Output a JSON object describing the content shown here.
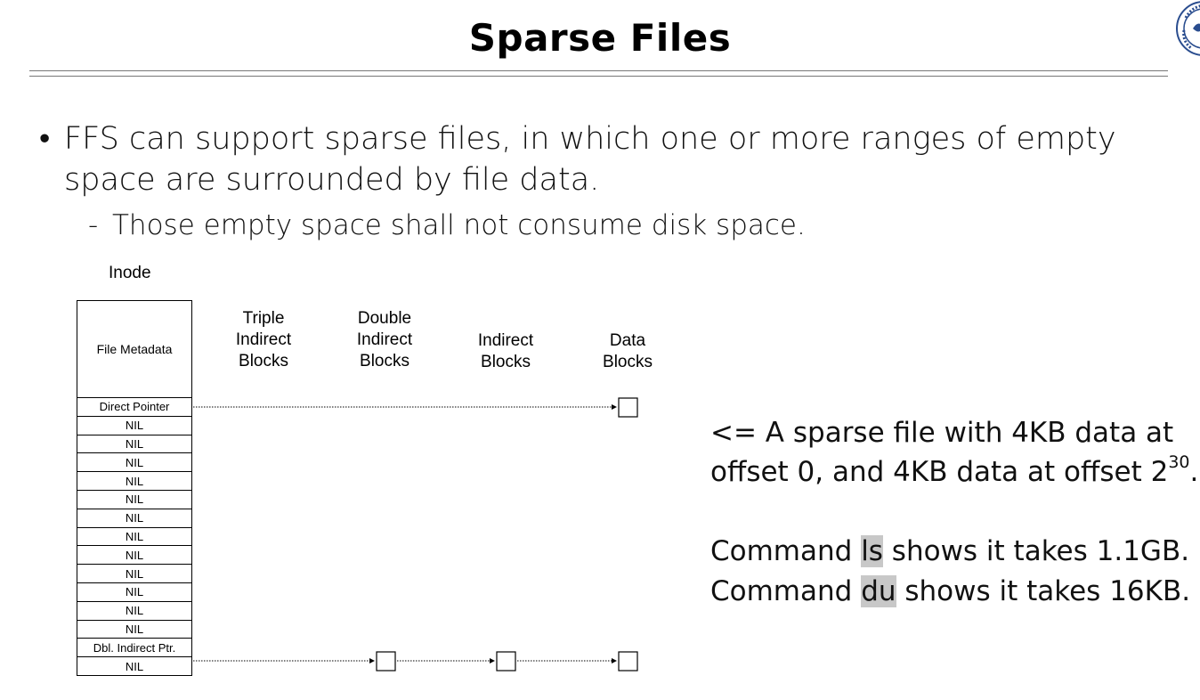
{
  "slide": {
    "title": "Sparse Files"
  },
  "bullets": {
    "marker": "•",
    "line1": "FFS can support sparse files, in which one or more ranges of empty",
    "line2": "space are surrounded by file data.",
    "sub_marker": "-",
    "sub1": "Those empty space shall not consume disk space."
  },
  "diagram": {
    "inode_label": "Inode",
    "columns": {
      "triple": [
        "Triple",
        "Indirect",
        "Blocks"
      ],
      "double": [
        "Double",
        "Indirect",
        "Blocks"
      ],
      "indirect": [
        "Indirect",
        "Blocks"
      ],
      "data": [
        "Data",
        "Blocks"
      ]
    },
    "metadata_label": "File Metadata",
    "pointers": [
      "Direct Pointer",
      "NIL",
      "NIL",
      "NIL",
      "NIL",
      "NIL",
      "NIL",
      "NIL",
      "NIL",
      "NIL",
      "NIL",
      "NIL",
      "NIL",
      "Dbl. Indirect Ptr.",
      "NIL"
    ]
  },
  "note": {
    "line1": "<= A sparse file with 4KB data at",
    "line2_pre": "offset 0, and 4KB data at offset 2",
    "line2_sup": "30",
    "line2_post": ".",
    "line3_pre": "Command ",
    "line3_cmd": "ls",
    "line3_post": " shows it takes 1.1GB.",
    "line4_pre": "Command ",
    "line4_cmd": "du",
    "line4_post": " shows it takes 16KB."
  },
  "colors": {
    "highlight": "#c8c8c8",
    "rule": "#777777"
  }
}
